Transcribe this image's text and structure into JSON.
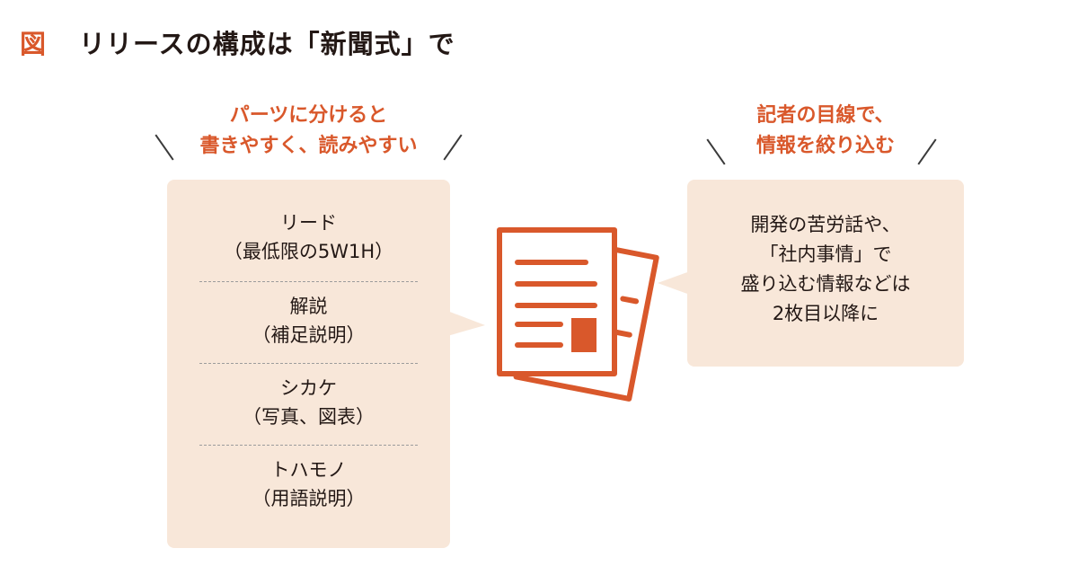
{
  "header": {
    "figure_label": "図",
    "title": "リリースの構成は「新聞式」で"
  },
  "left_callout": {
    "lines": [
      "パーツに分けると",
      "書きやすく、読みやすい"
    ]
  },
  "right_callout": {
    "lines": [
      "記者の目線で、",
      "情報を絞り込む"
    ]
  },
  "left_panel": {
    "sections": [
      {
        "lines": [
          "リード",
          "（最低限の5W1H）"
        ]
      },
      {
        "lines": [
          "解説",
          "（補足説明）"
        ]
      },
      {
        "lines": [
          "シカケ",
          "（写真、図表）"
        ]
      },
      {
        "lines": [
          "トハモノ",
          "（用語説明）"
        ]
      }
    ]
  },
  "right_panel": {
    "lines": [
      "開発の苦労話や、",
      "「社内事情」で",
      "盛り込む情報などは",
      "2枚目以降に"
    ]
  },
  "colors": {
    "accent": "#d9582b",
    "panel_bg": "#f8e7d9",
    "text": "#231815"
  },
  "icons": {
    "center": "document-pages-icon"
  }
}
